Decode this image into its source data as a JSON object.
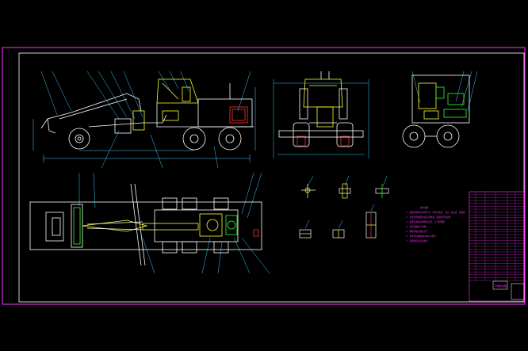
{
  "drawing": {
    "notes_heading": "技术要求",
    "notes": [
      "1. 装配前零件应清洗干净，不得有毛刺、飞边、氧化皮、锈蚀等",
      "2. 各密封件装配前必须浸透油，装配时不得损伤",
      "3. 装配后各运动部件应灵活，无卡滞现象",
      "4. 液压系统应无渗漏",
      "5. 整机调试合格后出厂",
      "6. 未注明公差按GB1804-m执行",
      "7. 涂漆按有关标准执行"
    ],
    "title_block_caption": "平地机总图",
    "palette": {
      "background": "#000000",
      "border": "#ff33ff",
      "outline": "#ffffff",
      "leader": "#33ccff",
      "dimension": "#66ccff",
      "accent_red": "#ff3333",
      "accent_yellow": "#ffff33",
      "accent_green": "#33ff33",
      "accent_magenta": "#ff33ff"
    }
  }
}
